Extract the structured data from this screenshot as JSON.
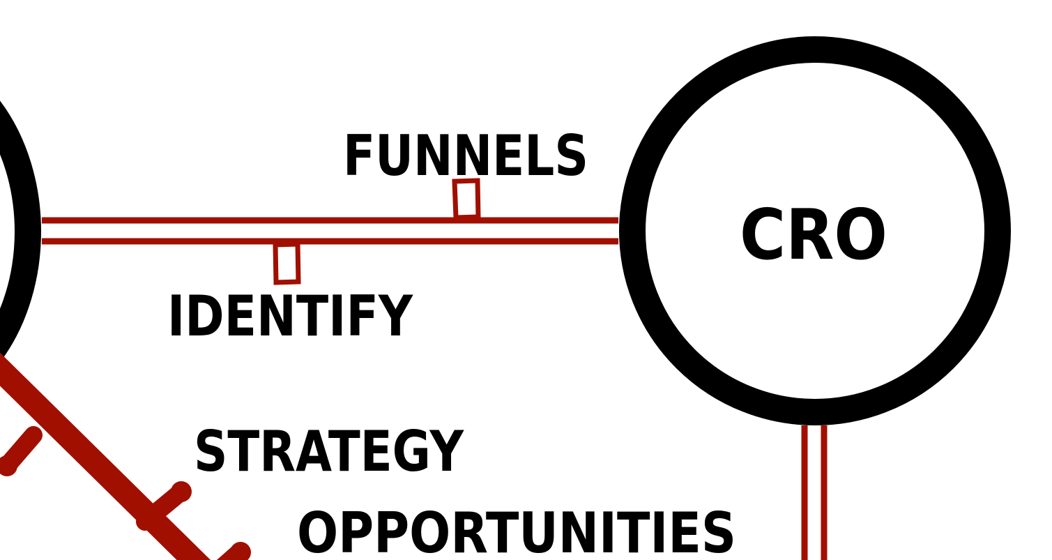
{
  "diagram": {
    "hub": {
      "label": "CRO"
    },
    "labels": {
      "funnels": "FUNNELS",
      "identify": "IDENTIFY",
      "strategy": "STRATEGY",
      "opportunities": "OPPORTUNITIES"
    },
    "colors": {
      "ink": "#000000",
      "line": "#a00f00",
      "background": "#ffffff"
    }
  }
}
